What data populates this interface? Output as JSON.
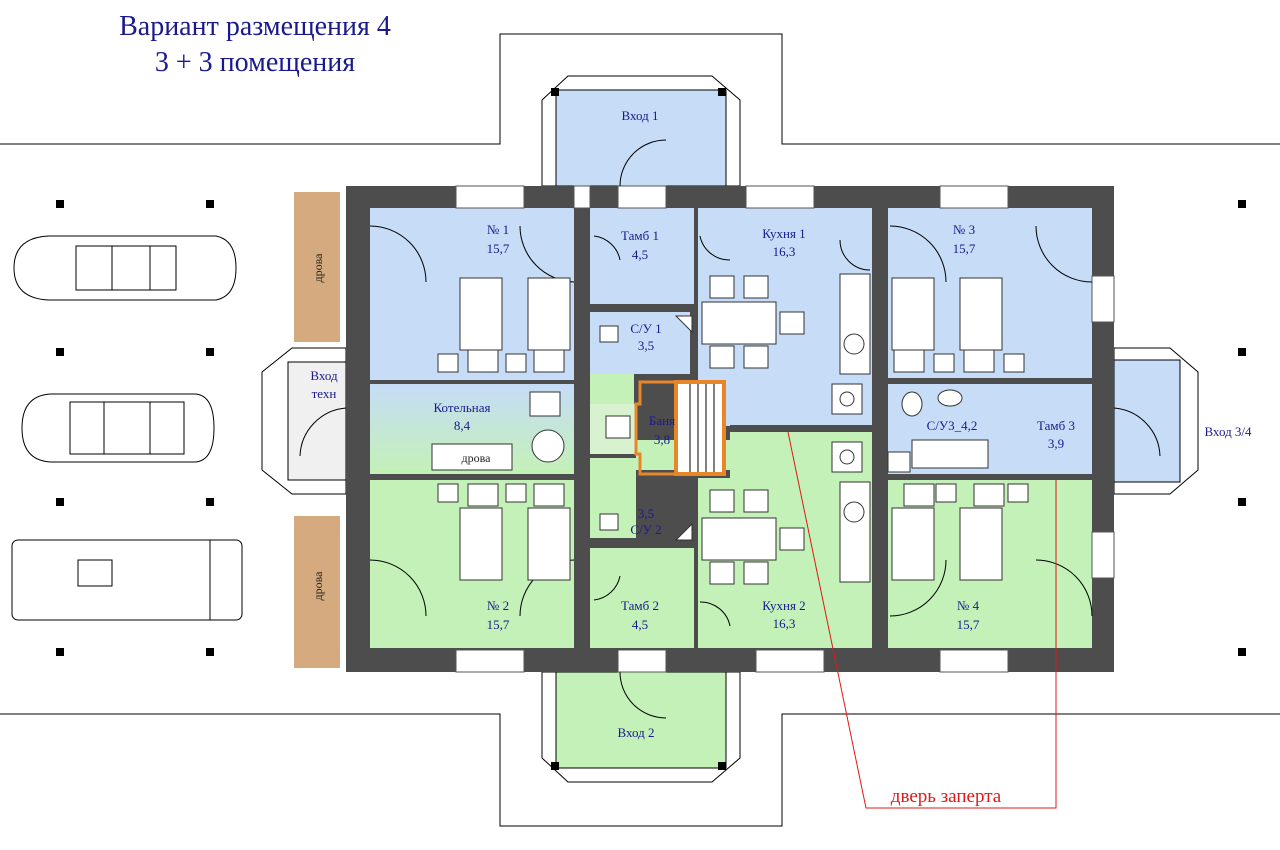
{
  "title": {
    "line1": "Вариант размещения 4",
    "line2": "3 + 3 помещения"
  },
  "colors": {
    "wall": "#4d4d4d",
    "unit_top": "#c6dcf7",
    "unit_bottom": "#c3f1b7",
    "label": "#1a1a8c",
    "annotation": "#e01818",
    "firewood": "#d4aa7e",
    "stair": "#e8862a"
  },
  "rooms": {
    "r1": {
      "name": "№ 1",
      "area": "15,7"
    },
    "tamb1": {
      "name": "Тамб 1",
      "area": "4,5"
    },
    "kitchen1": {
      "name": "Кухня 1",
      "area": "16,3"
    },
    "r3": {
      "name": "№ 3",
      "area": "15,7"
    },
    "su1": {
      "name": "С/У 1",
      "area": "3,5"
    },
    "boiler": {
      "name": "Котельная",
      "area": "8,4"
    },
    "bath": {
      "name": "Баня",
      "area": "3,8"
    },
    "su3": {
      "name": "С/У3_4,2"
    },
    "tamb3": {
      "name": "Тамб 3",
      "area": "3,9"
    },
    "su2": {
      "name": "С/У 2",
      "area": "3,5"
    },
    "r2": {
      "name": "№ 2",
      "area": "15,7"
    },
    "tamb2": {
      "name": "Тамб 2",
      "area": "4,5"
    },
    "kitchen2": {
      "name": "Кухня 2",
      "area": "16,3"
    },
    "r4": {
      "name": "№ 4",
      "area": "15,7"
    }
  },
  "entrances": {
    "e1": "Вход 1",
    "e2": "Вход 2",
    "e34": "Вход 3/4",
    "tech_line1": "Вход",
    "tech_line2": "техн"
  },
  "firewood": {
    "left_top": "дрова",
    "left_bottom": "дрова",
    "boiler": "дрова"
  },
  "annotation": "дверь заперта"
}
